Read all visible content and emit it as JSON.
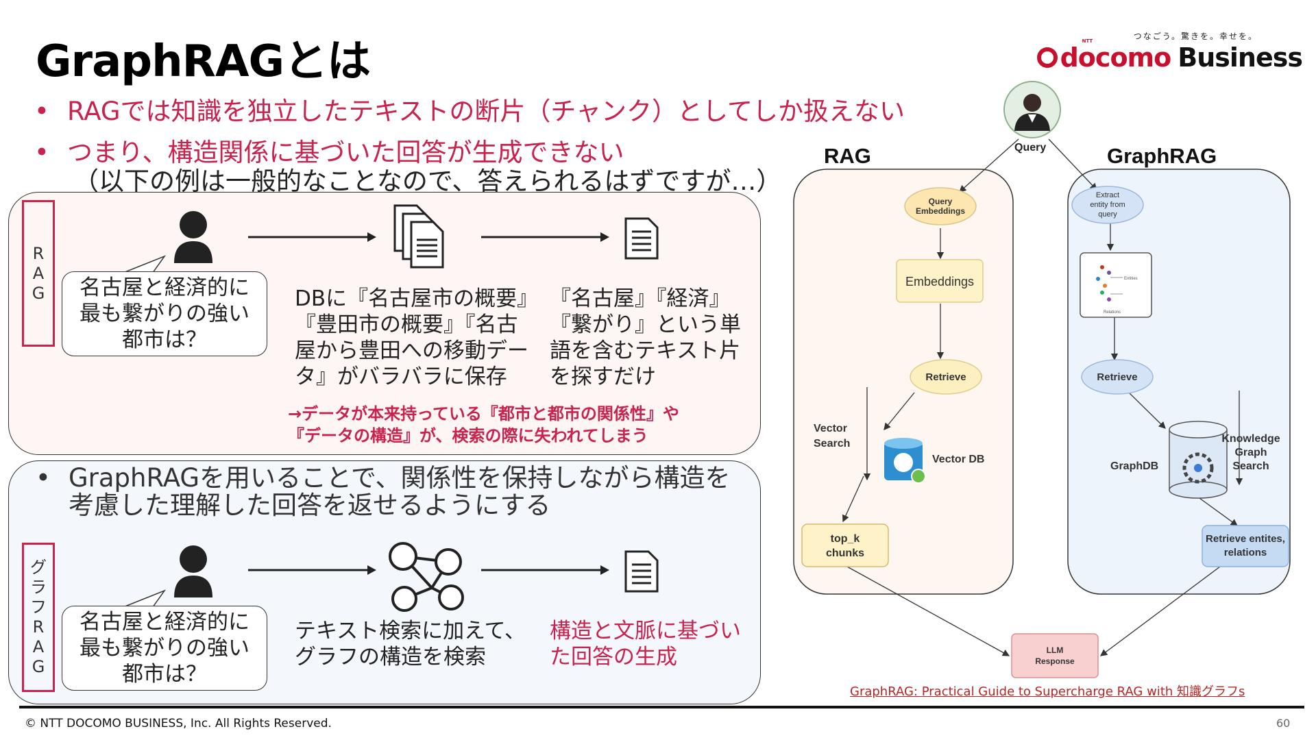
{
  "title": "GraphRAGとは",
  "brand": {
    "tagline": "つなごう。驚きを。幸せを。",
    "ntt": "NTT",
    "name_docomo": "docomo",
    "name_business": "Business"
  },
  "bullets": [
    "RAGでは知識を独立したテキストの断片（チャンク）としてしか扱えない",
    "つまり、構造関係に基づいた回答が生成できない"
  ],
  "bullet_sub": "（以下の例は一般的なことなので、答えられるはずですが…）",
  "rag_panel": {
    "label": [
      "R",
      "A",
      "G"
    ],
    "question": [
      "名古屋と経済的に",
      "最も繋がりの強い",
      "都市は？"
    ],
    "db_text": "DBに『名古屋市の概要』\n『豊田市の概要』『名古\n屋から豊田への移動デー\nタ』がバラバラに保存",
    "search_text": "『名古屋』『経済』\n『繋がり』という単\n語を含むテキスト片\nを探すだけ",
    "note": "→データが本来持っている『都市と都市の関係性』や\n『データの構造』が、検索の際に失われてしまう"
  },
  "graph_panel": {
    "bullet": "GraphRAGを用いることで、関係性を保持しながら構造を\n考慮した理解した回答を返せるようにする",
    "label": [
      "グ",
      "ラ",
      "フ",
      "R",
      "A",
      "G"
    ],
    "question": [
      "名古屋と経済的に",
      "最も繋がりの強い",
      "都市は？"
    ],
    "search_text": "テキスト検索に加えて、\nグラフの構造を検索",
    "result_text": "構造と文脈に基づい\nた回答の生成"
  },
  "diagram": {
    "rag_title": "RAG",
    "graphrag_title": "GraphRAG",
    "query": "Query",
    "query_embeddings": [
      "Query",
      "Embeddings"
    ],
    "embeddings": "Embeddings",
    "retrieve": "Retrieve",
    "vector_search": [
      "Vector",
      "Search"
    ],
    "vector_db": "Vector DB",
    "topk": [
      "top_k",
      "chunks"
    ],
    "extract": [
      "Extract",
      "entity from",
      "query"
    ],
    "mini_entities": "Entities",
    "mini_relations": "Relations",
    "graphdb": "GraphDB",
    "kg_search": [
      "Knowledge",
      "Graph",
      "Search"
    ],
    "retrieve_entities": [
      "Retrieve entites,",
      "relations"
    ],
    "llm_response": [
      "LLM",
      "Response"
    ]
  },
  "source_link": "GraphRAG: Practical Guide to Supercharge RAG with 知識グラフs",
  "footer": {
    "copyright": "© NTT DOCOMO BUSINESS, Inc. All Rights Reserved.",
    "page": "60"
  },
  "colors": {
    "accent": "#c8224d",
    "rag_panel_bg": "#fdf6f4",
    "graph_panel_bg": "#f4f8fc",
    "node_yellow": "#fdf2c8",
    "node_blue": "#d4e4f6",
    "node_red": "#f8d0d0"
  }
}
